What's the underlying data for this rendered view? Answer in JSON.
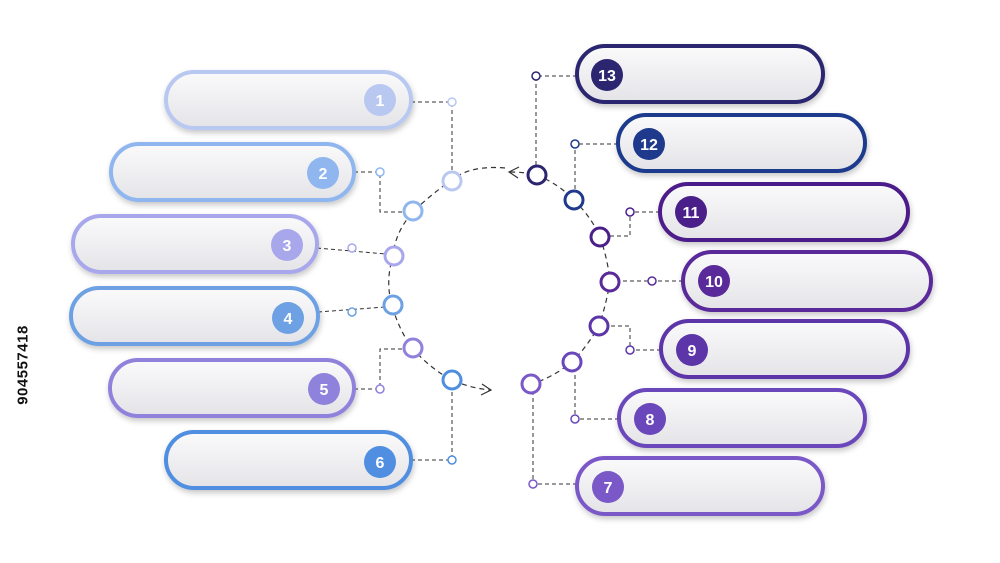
{
  "stock_id": "904557418",
  "colors": {
    "connector": "#333333",
    "pill_fill": "#f0f0f2",
    "badge_text": "#ffffff"
  },
  "left_items": [
    {
      "number": "1",
      "color": "#b9c8f0"
    },
    {
      "number": "2",
      "color": "#8fb6ee"
    },
    {
      "number": "3",
      "color": "#a8a7ec"
    },
    {
      "number": "4",
      "color": "#6ea1e3"
    },
    {
      "number": "5",
      "color": "#8f82dc"
    },
    {
      "number": "6",
      "color": "#4f8ee0"
    }
  ],
  "right_items": [
    {
      "number": "13",
      "color": "#2c2570"
    },
    {
      "number": "12",
      "color": "#1f3a8c"
    },
    {
      "number": "11",
      "color": "#4b1f8a"
    },
    {
      "number": "10",
      "color": "#5a2a9a"
    },
    {
      "number": "9",
      "color": "#5c36a8"
    },
    {
      "number": "8",
      "color": "#6a47bb"
    },
    {
      "number": "7",
      "color": "#7a58c8"
    }
  ]
}
